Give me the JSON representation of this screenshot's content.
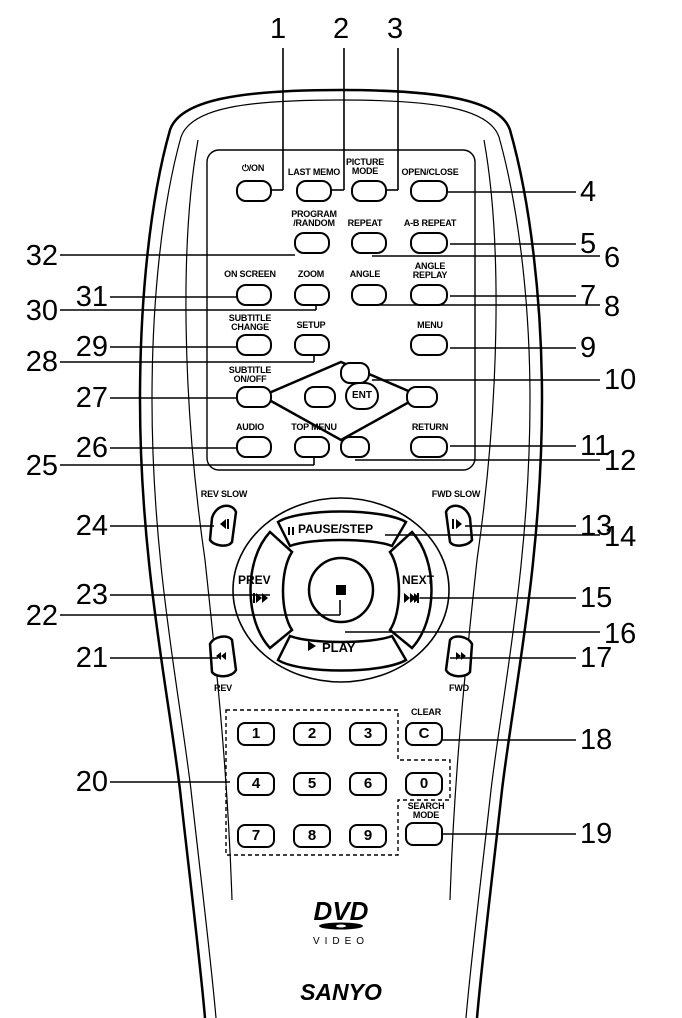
{
  "callouts": [
    "1",
    "2",
    "3",
    "4",
    "5",
    "6",
    "7",
    "8",
    "9",
    "10",
    "11",
    "12",
    "13",
    "14",
    "15",
    "16",
    "17",
    "18",
    "19",
    "20",
    "21",
    "22",
    "23",
    "24",
    "25",
    "26",
    "27",
    "28",
    "29",
    "30",
    "31",
    "32"
  ],
  "buttons": {
    "power": "⏻/ON",
    "last_memo": "LAST MEMO",
    "picture_mode_1": "PICTURE",
    "picture_mode_2": "MODE",
    "open_close": "OPEN/CLOSE",
    "program_1": "PROGRAM",
    "program_2": "/RANDOM",
    "repeat": "REPEAT",
    "ab_repeat": "A-B REPEAT",
    "on_screen": "ON SCREEN",
    "zoom": "ZOOM",
    "angle": "ANGLE",
    "angle_replay_1": "ANGLE",
    "angle_replay_2": "REPLAY",
    "subtitle_change_1": "SUBTITLE",
    "subtitle_change_2": "CHANGE",
    "setup": "SETUP",
    "menu": "MENU",
    "subtitle_onoff_1": "SUBTITLE",
    "subtitle_onoff_2": "ON/OFF",
    "enter": "ENT",
    "audio": "AUDIO",
    "top_menu": "TOP MENU",
    "return": "RETURN",
    "rev_slow": "REV SLOW",
    "fwd_slow": "FWD SLOW",
    "pause_step": "PAUSE/STEP",
    "prev": "PREV",
    "next": "NEXT",
    "play": "PLAY",
    "rev": "REV",
    "fwd": "FWD",
    "clear": "CLEAR",
    "clear_key": "C",
    "search_mode_1": "SEARCH",
    "search_mode_2": "MODE",
    "digits": [
      "1",
      "2",
      "3",
      "4",
      "5",
      "6",
      "7",
      "8",
      "9",
      "0"
    ]
  },
  "logos": {
    "dvd": "DVD",
    "video": "VIDEO",
    "brand": "SANYO"
  }
}
